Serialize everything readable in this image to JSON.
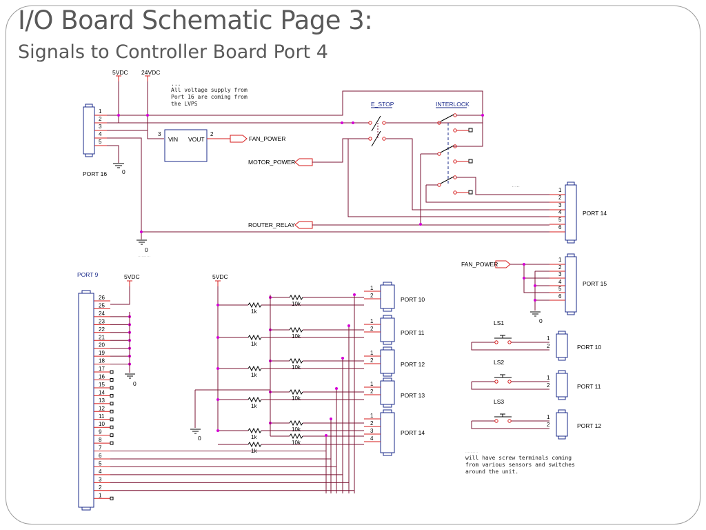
{
  "slide": {
    "title": "I/O Board Schematic Page 3:",
    "subtitle": "Signals to Controller Board Port 4"
  },
  "colors": {
    "wire": "#7a1030",
    "pin": "#d61a1a",
    "junction": "#d400d4",
    "component": "#1a2a8a",
    "text": "#595959"
  },
  "top": {
    "supply_5v": "5VDC",
    "supply_24v": "24VDC",
    "note": [
      "All voltage supply from",
      "Port 16 are coming from",
      "the LVPS"
    ],
    "port16": {
      "label": "PORT 16",
      "pins": [
        "1",
        "2",
        "3",
        "4",
        "5"
      ]
    },
    "regulator": {
      "in": "VIN",
      "out": "VOUT",
      "pin_in": "3",
      "pin_out": "2"
    },
    "fan_power": "FAN_POWER",
    "motor_power": "MOTOR_POWER",
    "router_relay": "ROUTER_RELAY",
    "estop": "E_STOP",
    "interlock": "INTERLOCK",
    "port14": {
      "label": "PORT 14",
      "pins": [
        "1",
        "2",
        "3",
        "4",
        "5",
        "6"
      ]
    },
    "ground": "0"
  },
  "right": {
    "fan_power": "FAN_POWER",
    "port15": {
      "label": "PORT 15",
      "pins": [
        "1",
        "2",
        "3",
        "4",
        "5",
        "6"
      ]
    },
    "switches": [
      {
        "name": "LS1",
        "port": "PORT 10"
      },
      {
        "name": "LS2",
        "port": "PORT 11"
      },
      {
        "name": "LS3",
        "port": "PORT 12"
      }
    ],
    "note": [
      "will have screw terminals coming",
      "from various sensors and switches",
      "around the unit."
    ],
    "ground": "0"
  },
  "bottom": {
    "port9": {
      "label": "PORT 9",
      "pins": [
        "26",
        "25",
        "24",
        "23",
        "22",
        "21",
        "20",
        "19",
        "18",
        "17",
        "16",
        "15",
        "14",
        "13",
        "12",
        "11",
        "10",
        "9",
        "8",
        "7",
        "6",
        "5",
        "4",
        "3",
        "2",
        "1"
      ]
    },
    "supply_a": "5VDC",
    "supply_b": "5VDC",
    "r1k": "1k",
    "r10k": "10k",
    "ports": [
      "PORT 10",
      "PORT 11",
      "PORT 12",
      "PORT 13",
      "PORT 14"
    ],
    "pins_2": [
      "1",
      "2"
    ],
    "pins_4": [
      "1",
      "2",
      "3",
      "4"
    ],
    "ground": "0"
  }
}
